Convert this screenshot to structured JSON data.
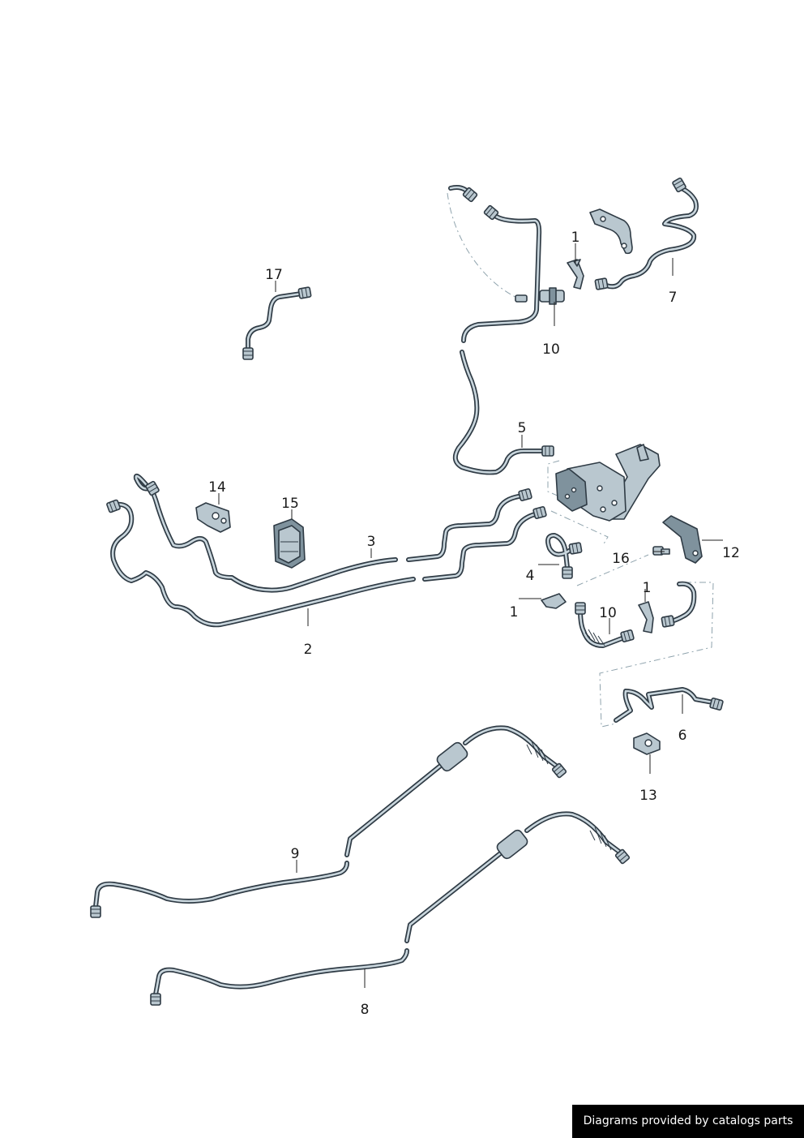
{
  "labels": {
    "l17": "17",
    "l1a": "1",
    "l7": "7",
    "l10a": "10",
    "l5": "5",
    "l14": "14",
    "l15": "15",
    "l3": "3",
    "l2": "2",
    "l4": "4",
    "l16": "16",
    "l12": "12",
    "l1b": "1",
    "l1c": "1",
    "l10b": "10",
    "l6": "6",
    "l13": "13",
    "l9": "9",
    "l8": "8"
  },
  "footer": {
    "text": "Diagrams provided by catalogs parts"
  }
}
